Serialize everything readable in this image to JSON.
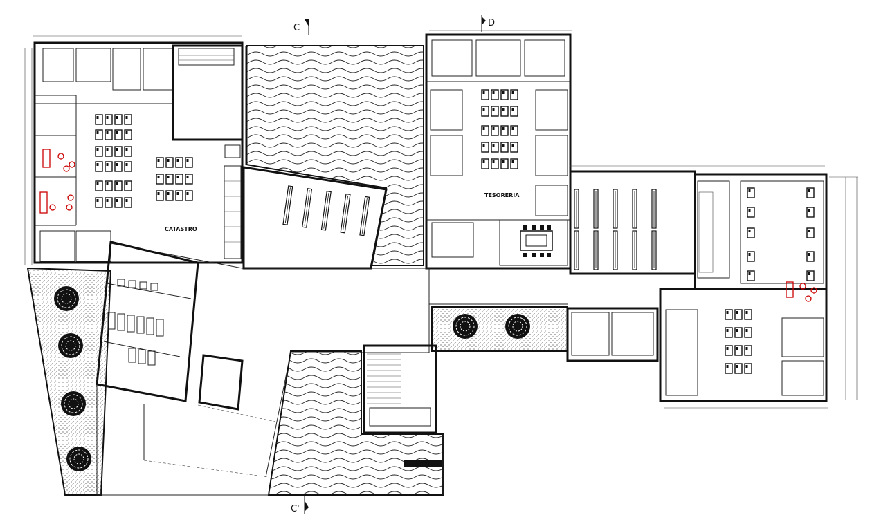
{
  "plan": {
    "section_c_top": "C",
    "section_c_bottom": "C'",
    "section_d_top": "D",
    "rooms": {
      "catastro": "CATASTRO",
      "tesoreria": "TESORERIA"
    }
  },
  "colors": {
    "wall": "#111111",
    "accent_red": "#cc0000",
    "hatch": "#222222"
  }
}
